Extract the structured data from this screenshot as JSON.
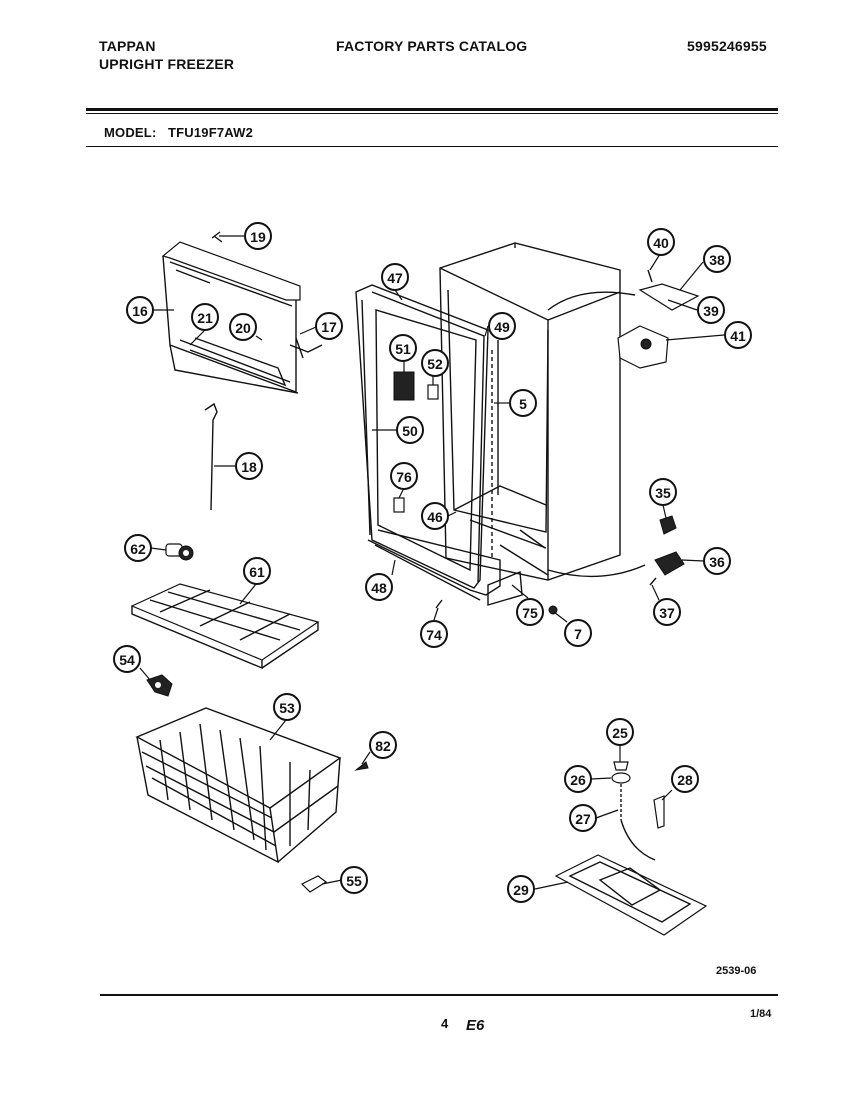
{
  "header": {
    "brand": "TAPPAN",
    "product": "UPRIGHT FREEZER",
    "catalog_title": "FACTORY PARTS CATALOG",
    "catalog_number": "5995246955",
    "model_label": "MODEL:",
    "model_value": "TFU19F7AW2"
  },
  "diagram": {
    "callouts": [
      "19",
      "16",
      "21",
      "20",
      "17",
      "18",
      "62",
      "61",
      "54",
      "53",
      "82",
      "55",
      "47",
      "51",
      "52",
      "50",
      "76",
      "46",
      "48",
      "74",
      "49",
      "5",
      "75",
      "7",
      "40",
      "38",
      "39",
      "41",
      "35",
      "36",
      "37",
      "25",
      "26",
      "28",
      "27",
      "29"
    ],
    "drawing_number": "2539-06"
  },
  "footer": {
    "page_number": "4",
    "section": "E6",
    "date": "1/84"
  }
}
